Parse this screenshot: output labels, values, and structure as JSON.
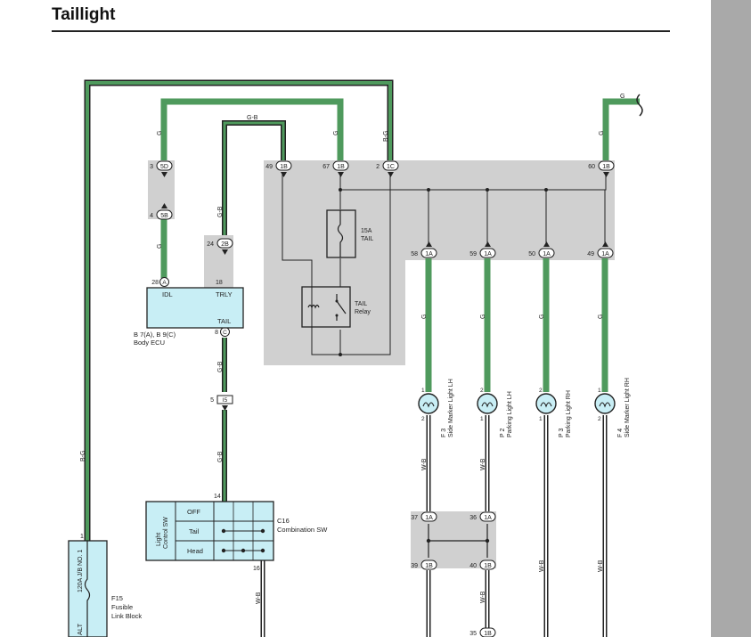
{
  "title": "Taillight",
  "wires": {
    "g": "G",
    "gb": "G-B",
    "bg": "B-G",
    "wb": "W-B"
  },
  "connectors": {
    "c3_5d": {
      "pin": "3",
      "id": "5D"
    },
    "c4_5b": {
      "pin": "4",
      "id": "5B"
    },
    "c24_2b": {
      "pin": "24",
      "id": "2B"
    },
    "c49_1b": {
      "pin": "49",
      "id": "1B"
    },
    "c67_1b": {
      "pin": "67",
      "id": "1B"
    },
    "c2_1c": {
      "pin": "2",
      "id": "1C"
    },
    "c60_1b": {
      "pin": "60",
      "id": "1B"
    },
    "c58_1a": {
      "pin": "58",
      "id": "1A"
    },
    "c59_1a": {
      "pin": "59",
      "id": "1A"
    },
    "c50_1a": {
      "pin": "50",
      "id": "1A"
    },
    "c49_1a": {
      "pin": "49",
      "id": "1A"
    },
    "c28_a": {
      "pin": "28",
      "id": "A"
    },
    "c8_c": {
      "pin": "8",
      "id": "C"
    },
    "c5_i5": {
      "pin": "5",
      "id": "I5"
    },
    "c37_1a": {
      "pin": "37",
      "id": "1A"
    },
    "c36_1a": {
      "pin": "36",
      "id": "1A"
    },
    "c39_1b": {
      "pin": "39",
      "id": "1B"
    },
    "c40_1b": {
      "pin": "40",
      "id": "1B"
    },
    "c35_1b": {
      "pin": "35",
      "id": "1B"
    }
  },
  "ecu": {
    "idl": "IDL",
    "trly": "TRLY",
    "tail": "TAIL",
    "pin18": "18",
    "label1": "B 7(A), B 9(C)",
    "label2": "Body ECU"
  },
  "fuse": {
    "rating": "15A",
    "name": "TAIL"
  },
  "relay": {
    "line1": "TAIL",
    "line2": "Relay"
  },
  "combo_sw": {
    "side_label1": "Light",
    "side_label2": "Control SW",
    "off": "OFF",
    "tail": "Tail",
    "head": "Head",
    "name1": "C16",
    "name2": "Combination SW",
    "pin14": "14",
    "pin16": "16"
  },
  "fusible_link": {
    "pin1": "1",
    "jb": "120A J/B NO. 1",
    "alt": "ALT",
    "name1": "F15",
    "name2": "Fusible",
    "name3": "Link Block"
  },
  "lamps": [
    {
      "pin_top": "1",
      "pin_bot": "2",
      "code": "F 3",
      "name": "Side Marker Light LH"
    },
    {
      "pin_top": "2",
      "pin_bot": "1",
      "code": "P 2",
      "name": "Parking Light LH"
    },
    {
      "pin_top": "2",
      "pin_bot": "1",
      "code": "P 3",
      "name": "Parking Light RH"
    },
    {
      "pin_top": "1",
      "pin_bot": "2",
      "code": "F 4",
      "name": "Side Marker Light RH"
    }
  ]
}
